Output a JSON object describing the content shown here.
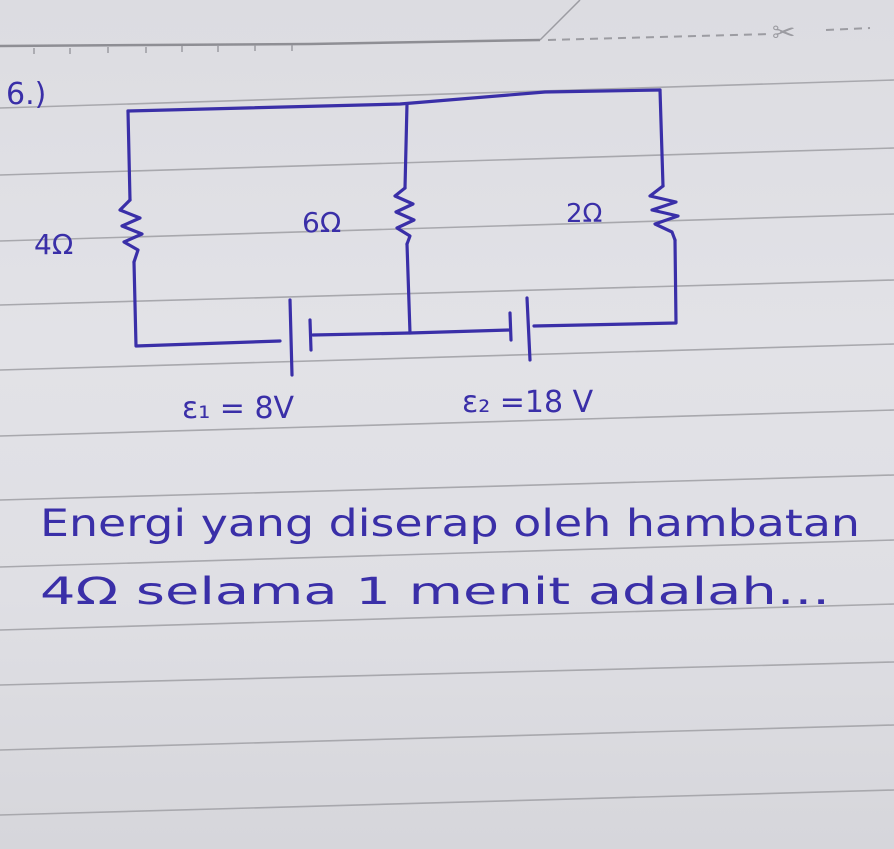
{
  "header": {
    "scissors_icon": "scissors-icon"
  },
  "problem": {
    "number": "6.)",
    "question_line1": "Energi yang diserap oleh hambatan",
    "question_line2": "4Ω selama 1 menit adalah...",
    "ink_color": "#3a2fa8",
    "paper_color": "#e0e0e5",
    "rule_color": "#a8a8ad"
  },
  "circuit": {
    "resistors": [
      {
        "label": "4Ω",
        "position": "left branch"
      },
      {
        "label": "6Ω",
        "position": "middle branch"
      },
      {
        "label": "2Ω",
        "position": "right branch"
      }
    ],
    "batteries": [
      {
        "label": "ε₁ = 8V",
        "name": "E1",
        "value": "8V"
      },
      {
        "label": "ε₂ =18 V",
        "name": "E2",
        "value": "18 V"
      }
    ]
  }
}
